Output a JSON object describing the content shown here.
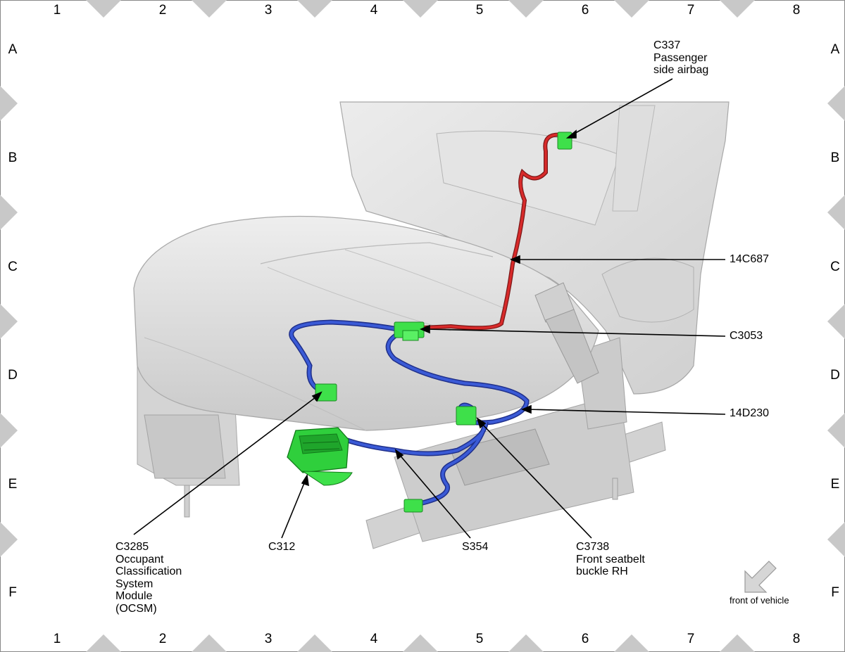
{
  "grid": {
    "columns": [
      "1",
      "2",
      "3",
      "4",
      "5",
      "6",
      "7",
      "8"
    ],
    "rows": [
      "A",
      "B",
      "C",
      "D",
      "E",
      "F"
    ]
  },
  "callouts": {
    "c337": "C337\nPassenger\nside airbag",
    "c14c687": "14C687",
    "c3053": "C3053",
    "c14d230": "14D230",
    "c3285": "C3285\nOccupant\nClassification\nSystem\nModule\n(OCSM)",
    "c312": "C312",
    "s354": "S354",
    "c3738": "C3738\nFront seatbelt\nbuckle RH"
  },
  "orientation": {
    "label": "front of vehicle",
    "icon": "arrow-down-left-icon"
  },
  "colors": {
    "connector": "#3ee04a",
    "harness_red": "#d82a2a",
    "harness_blue": "#2f4fc8",
    "seat": "#dcdcdc",
    "marker": "#c8c8c8"
  }
}
